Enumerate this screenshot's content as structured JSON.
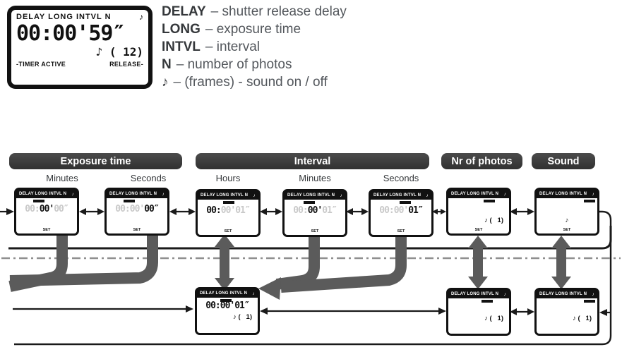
{
  "device_display": {
    "header_labels": "DELAY LONG INTVL  N",
    "note_icon": "♪",
    "time_value": "00:00'59″",
    "frames_value": "♪ ( 12)",
    "status_left": "-TIMER ACTIVE",
    "status_right": "RELEASE-"
  },
  "legend": {
    "items": [
      {
        "term": "DELAY",
        "desc": "– shutter release delay"
      },
      {
        "term": "LONG",
        "desc": "– exposure time"
      },
      {
        "term": "INTVL",
        "desc": "– interval"
      },
      {
        "term": "N",
        "desc": "– number of photos"
      },
      {
        "term": "♪",
        "desc": "– (frames) - sound on / off"
      }
    ]
  },
  "section_pills": {
    "exposure": "Exposure time",
    "interval": "Interval",
    "photos": "Nr of photos",
    "sound": "Sound"
  },
  "column_labels": {
    "exp_minutes": "Minutes",
    "exp_seconds": "Seconds",
    "int_hours": "Hours",
    "int_minutes": "Minutes",
    "int_seconds": "Seconds"
  },
  "screens": {
    "header_labels": "DELAY LONG INTVL N",
    "note_icon": "♪",
    "set_label": "SET",
    "exp_minutes": {
      "pre": "00:",
      "active": "00'",
      "post": "00″"
    },
    "exp_seconds": {
      "pre": "00:00'",
      "active": "00″",
      "post": ""
    },
    "int_hours": {
      "pre": "",
      "active": "00:",
      "post": "00'01″"
    },
    "int_minutes": {
      "pre": "00:",
      "active": "00'",
      "post": "01″"
    },
    "int_seconds": {
      "pre": "00:00'",
      "active": "01″",
      "post": ""
    },
    "nr_photos": {
      "frames": "♪ (   1)"
    },
    "sound": {
      "frames": "♪"
    },
    "run_interval": {
      "pre": "",
      "active": "00:00'01″",
      "post": "",
      "frames": "♪ (   1)"
    },
    "run_photos": {
      "frames": "♪ (   1)"
    },
    "run_sound": {
      "frames": "♪ (   1)"
    }
  },
  "colors": {
    "pill_bg": "#3c3c3c",
    "band_gray": "#5b5b5b",
    "faded_digit": "#c9c9c9",
    "lcd_black": "#111111",
    "legend_text": "#53575c",
    "dash_line": "#8f8f8f"
  }
}
